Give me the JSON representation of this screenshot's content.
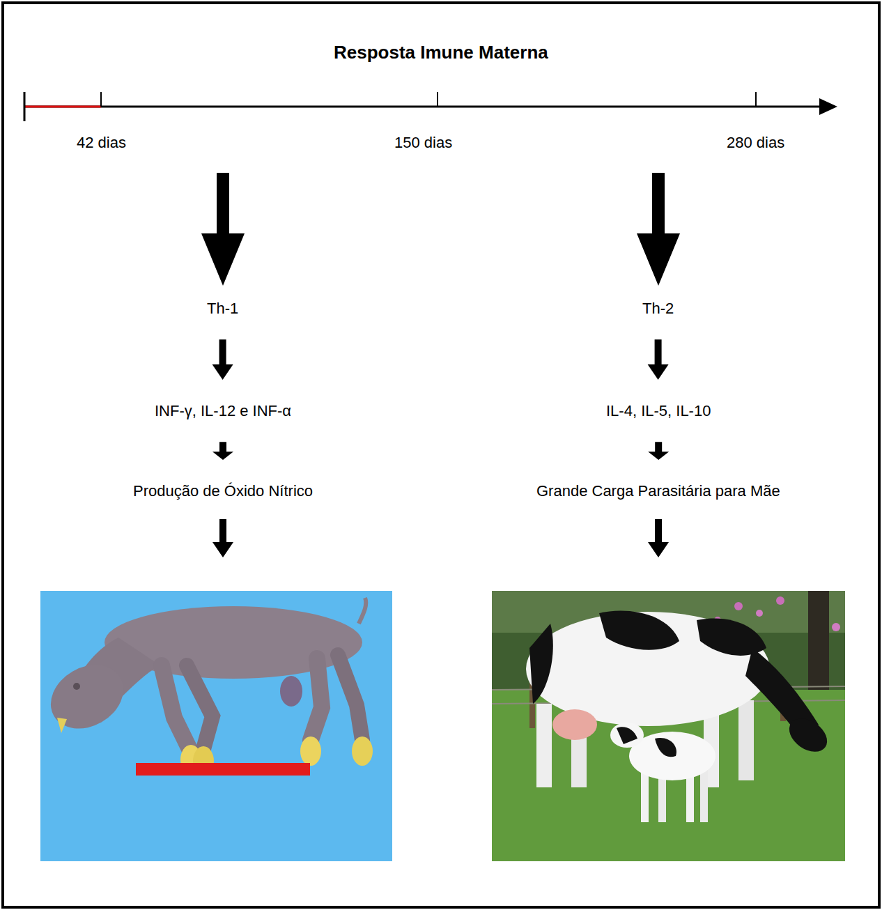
{
  "diagram": {
    "title": "Resposta Imune Materna",
    "nodes": [
      {
        "text": [
          "Th-1"
        ]
      },
      {
        "text": [
          "INF-γ, IL-12 e INF-α"
        ]
      },
      {
        "text": [
          "Produção de Óxido Nítrico"
        ]
      },
      {
        "text": [
          "Th-2"
        ]
      },
      {
        "text": [
          "IL-4, IL-5, IL-10"
        ]
      },
      {
        "text": [
          "Grande Carga Parasitária para Mãe"
        ]
      }
    ],
    "edges": [
      {
        "from": 0,
        "to": 1,
        "arrow": "to"
      },
      {
        "from": 1,
        "to": 2,
        "arrow": "to"
      },
      {
        "from": 3,
        "to": 4,
        "arrow": "to"
      },
      {
        "from": 4,
        "to": 5,
        "arrow": "to"
      }
    ],
    "labels": [
      "42 dias",
      "150 dias",
      "280 dias"
    ]
  }
}
